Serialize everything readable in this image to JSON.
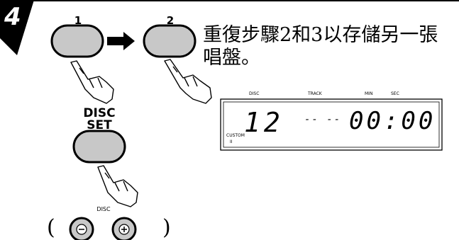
{
  "step": {
    "number": "4"
  },
  "buttons": {
    "button_1_label": "1",
    "button_2_label": "2",
    "disc_set_label": "DISC\nSET",
    "disc_small_label": "DISC",
    "minus_symbol": "−",
    "plus_symbol": "+"
  },
  "parens": {
    "left": "(",
    "right": ")"
  },
  "instruction": {
    "text": "重復步驟2和3以存儲另一張唱盤。"
  },
  "display": {
    "labels": {
      "disc": "DISC",
      "track": "TRACK",
      "min": "MIN",
      "sec": "SEC",
      "custom": "CUSTOM",
      "indicator": "II"
    },
    "disc_number": "12",
    "track": "-- --",
    "time": "00:00"
  },
  "icons": {
    "arrow": "right-arrow-icon",
    "hand": "pointing-hand-icon"
  },
  "colors": {
    "button_fill": "#c8c8c8",
    "badge": "#000000",
    "ink": "#000000"
  }
}
